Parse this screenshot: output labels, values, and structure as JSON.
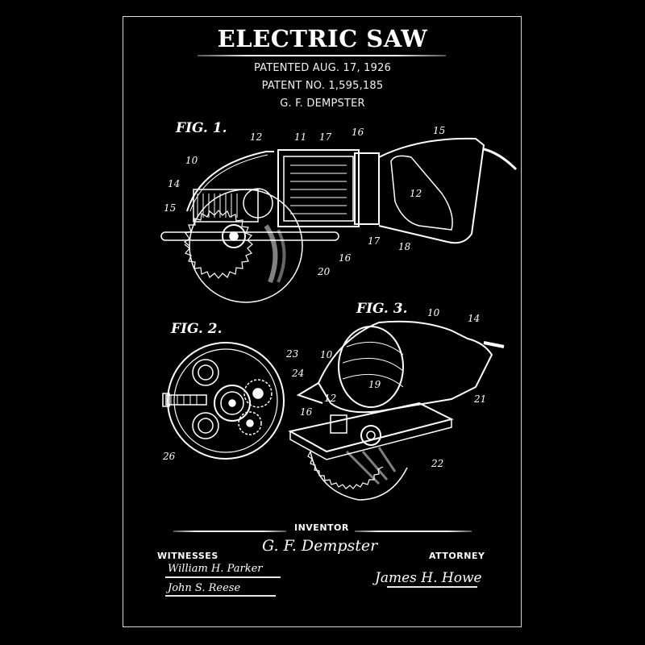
{
  "poster": {
    "title": "ELECTRIC SAW",
    "patented": "PATENTED AUG. 17, 1926",
    "patent_no": "PATENT NO. 1,595,185",
    "inventor_name": "G. F. DEMPSTER"
  },
  "figures": [
    {
      "label": "FIG. 1.",
      "callouts": [
        "12",
        "11",
        "17",
        "16",
        "15",
        "10",
        "14",
        "15",
        "12",
        "17",
        "18",
        "16",
        "20"
      ]
    },
    {
      "label": "FIG. 2.",
      "callouts": [
        "23",
        "24",
        "26"
      ]
    },
    {
      "label": "FIG. 3.",
      "callouts": [
        "10",
        "14",
        "10",
        "19",
        "12",
        "16",
        "21",
        "22"
      ]
    }
  ],
  "signatures": {
    "inventor_label": "INVENTOR",
    "inventor_signature": "G. F. Dempster",
    "witnesses_label": "WITNESSES",
    "witnesses": [
      "William H. Parker",
      "John S. Reese"
    ],
    "attorney_label": "ATTORNEY",
    "attorney_signature": "James H. Howe"
  },
  "colors": {
    "background": "#000000",
    "ink": "#ffffff",
    "frame": "#d8d8d8"
  }
}
